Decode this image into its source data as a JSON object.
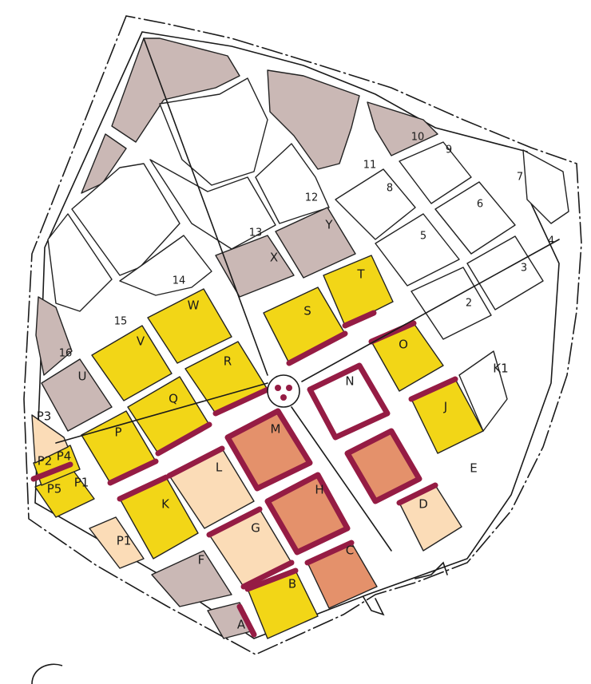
{
  "colors": {
    "yellow": "#f2d617",
    "orange": "#e4916b",
    "peach": "#fbdcb7",
    "grey": "#cab8b5",
    "white": "#ffffff",
    "wall": "#951c44"
  },
  "blocks": [
    {
      "label": "A",
      "fill": "grey"
    },
    {
      "label": "B",
      "fill": "yellow"
    },
    {
      "label": "C",
      "fill": "orange"
    },
    {
      "label": "D",
      "fill": "peach"
    },
    {
      "label": "E",
      "fill": "white"
    },
    {
      "label": "F",
      "fill": "grey"
    },
    {
      "label": "G",
      "fill": "peach"
    },
    {
      "label": "H",
      "fill": "orange"
    },
    {
      "label": "J",
      "fill": "yellow"
    },
    {
      "label": "K",
      "fill": "yellow"
    },
    {
      "label": "L",
      "fill": "peach"
    },
    {
      "label": "M",
      "fill": "orange"
    },
    {
      "label": "N",
      "fill": "white"
    },
    {
      "label": "O",
      "fill": "yellow"
    },
    {
      "label": "P",
      "fill": "yellow"
    },
    {
      "label": "Q",
      "fill": "yellow"
    },
    {
      "label": "R",
      "fill": "yellow"
    },
    {
      "label": "S",
      "fill": "yellow"
    },
    {
      "label": "T",
      "fill": "yellow"
    },
    {
      "label": "U",
      "fill": "grey"
    },
    {
      "label": "V",
      "fill": "yellow"
    },
    {
      "label": "W",
      "fill": "yellow"
    },
    {
      "label": "X",
      "fill": "grey"
    },
    {
      "label": "Y",
      "fill": "grey"
    },
    {
      "label": "K1",
      "fill": "white"
    },
    {
      "label": "P1",
      "fill": "peach"
    },
    {
      "label": "P2",
      "fill": "yellow"
    },
    {
      "label": "P3",
      "fill": "peach"
    },
    {
      "label": "P4",
      "fill": "yellow"
    },
    {
      "label": "P5",
      "fill": "yellow"
    },
    {
      "label": "P1",
      "fill": "yellow"
    }
  ],
  "numbers": [
    "2",
    "3",
    "4",
    "5",
    "6",
    "7",
    "8",
    "9",
    "10",
    "11",
    "12",
    "13",
    "14",
    "15",
    "16"
  ]
}
